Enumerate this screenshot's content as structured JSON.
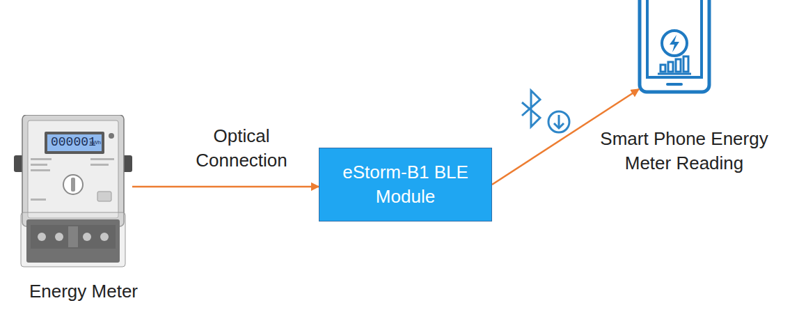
{
  "diagram": {
    "nodes": [
      {
        "text": [
          "Energy Meter"
        ]
      },
      {
        "text": [
          "eStorm-B1 BLE Module"
        ]
      },
      {
        "text": [
          "Smart Phone Energy Meter Reading"
        ]
      }
    ],
    "edges": [
      {
        "from": 0,
        "to": 1,
        "label": "Optical Connection",
        "arrow": "to"
      },
      {
        "from": 1,
        "to": 2,
        "arrow": "to"
      }
    ],
    "labels": [
      "000001",
      "kWh"
    ]
  }
}
